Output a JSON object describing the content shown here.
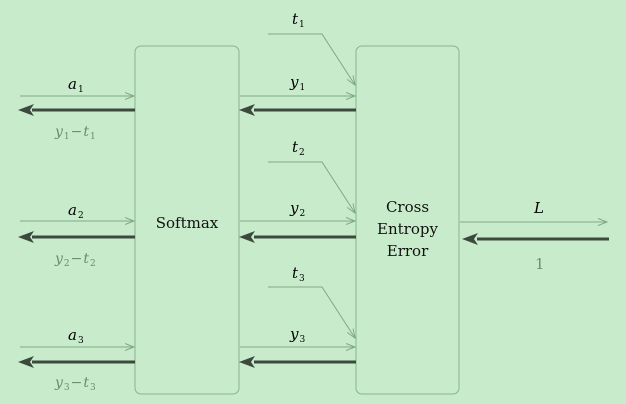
{
  "blocks": {
    "softmax": "Softmax",
    "cross_entropy": [
      "Cross",
      "Entropy",
      "Error"
    ]
  },
  "inputs": [
    {
      "var": "a",
      "sub": "1"
    },
    {
      "var": "a",
      "sub": "2"
    },
    {
      "var": "a",
      "sub": "3"
    }
  ],
  "input_grads": [
    {
      "y": "y",
      "ys": "1",
      "minus": "−",
      "t": "t",
      "ts": "1"
    },
    {
      "y": "y",
      "ys": "2",
      "minus": "−",
      "t": "t",
      "ts": "2"
    },
    {
      "y": "y",
      "ys": "3",
      "minus": "−",
      "t": "t",
      "ts": "3"
    }
  ],
  "outputs": [
    {
      "var": "y",
      "sub": "1"
    },
    {
      "var": "y",
      "sub": "2"
    },
    {
      "var": "y",
      "sub": "3"
    }
  ],
  "targets": [
    {
      "var": "t",
      "sub": "1"
    },
    {
      "var": "t",
      "sub": "2"
    },
    {
      "var": "t",
      "sub": "3"
    }
  ],
  "loss": {
    "label": "L",
    "grad": "1"
  },
  "colors": {
    "background": "#c8eccb",
    "thin_arrow": "#7fa884",
    "thick_arrow": "#3c4a3e",
    "box_stroke": "#86b38b",
    "grad_text": "#6d8a72"
  }
}
